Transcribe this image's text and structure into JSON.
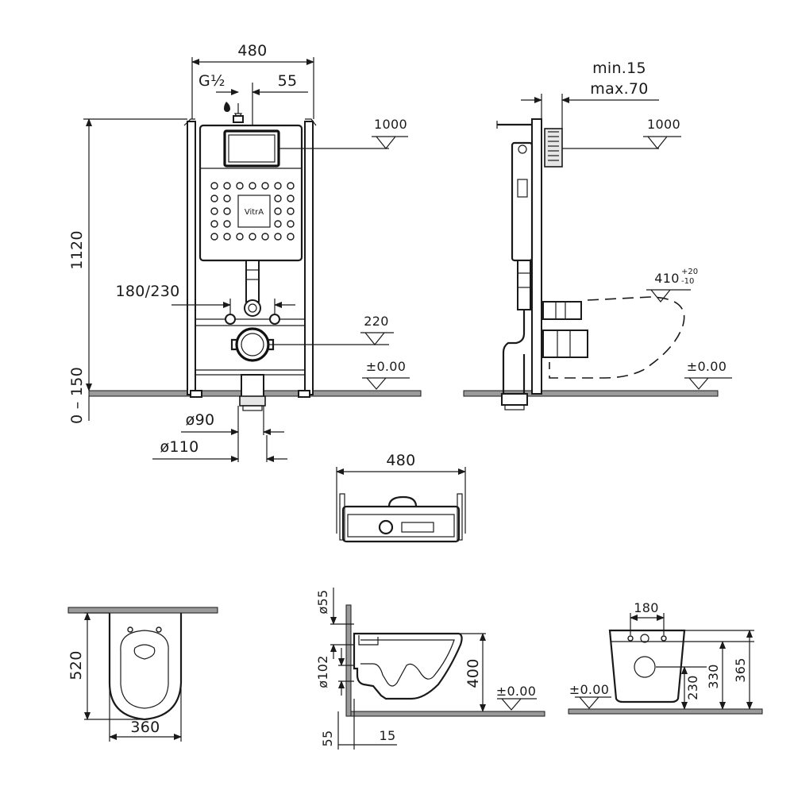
{
  "front_view": {
    "width": "480",
    "water_inlet": "G½",
    "inlet_offset": "55",
    "height": "1120",
    "fixing_distance": "180/230",
    "flush_height": "1000",
    "outlet_height": "220",
    "floor_level": "±0.00",
    "floor_build_up": "0 – 150",
    "pipe_small": "ø90",
    "pipe_large": "ø110",
    "brand": "VitrA"
  },
  "side_view": {
    "wall_min": "min.15",
    "wall_max": "max.70",
    "flush_height": "1000",
    "bowl_height": "410",
    "bowl_height_tol_plus": "+20",
    "bowl_height_tol_minus": "-10",
    "floor_level": "±0.00"
  },
  "top_view": {
    "width": "480"
  },
  "bowl_top_view": {
    "depth": "520",
    "width": "360"
  },
  "bowl_side_view": {
    "inlet_diameter": "ø55",
    "outlet_diameter": "ø102",
    "height": "400",
    "floor_level": "±0.00",
    "bottom_offset": "55",
    "wall_gap": "15"
  },
  "bowl_back_view": {
    "bolt_distance": "180",
    "floor_level": "±0.00",
    "outlet_height": "230",
    "inlet_height": "330",
    "total_height": "365"
  }
}
